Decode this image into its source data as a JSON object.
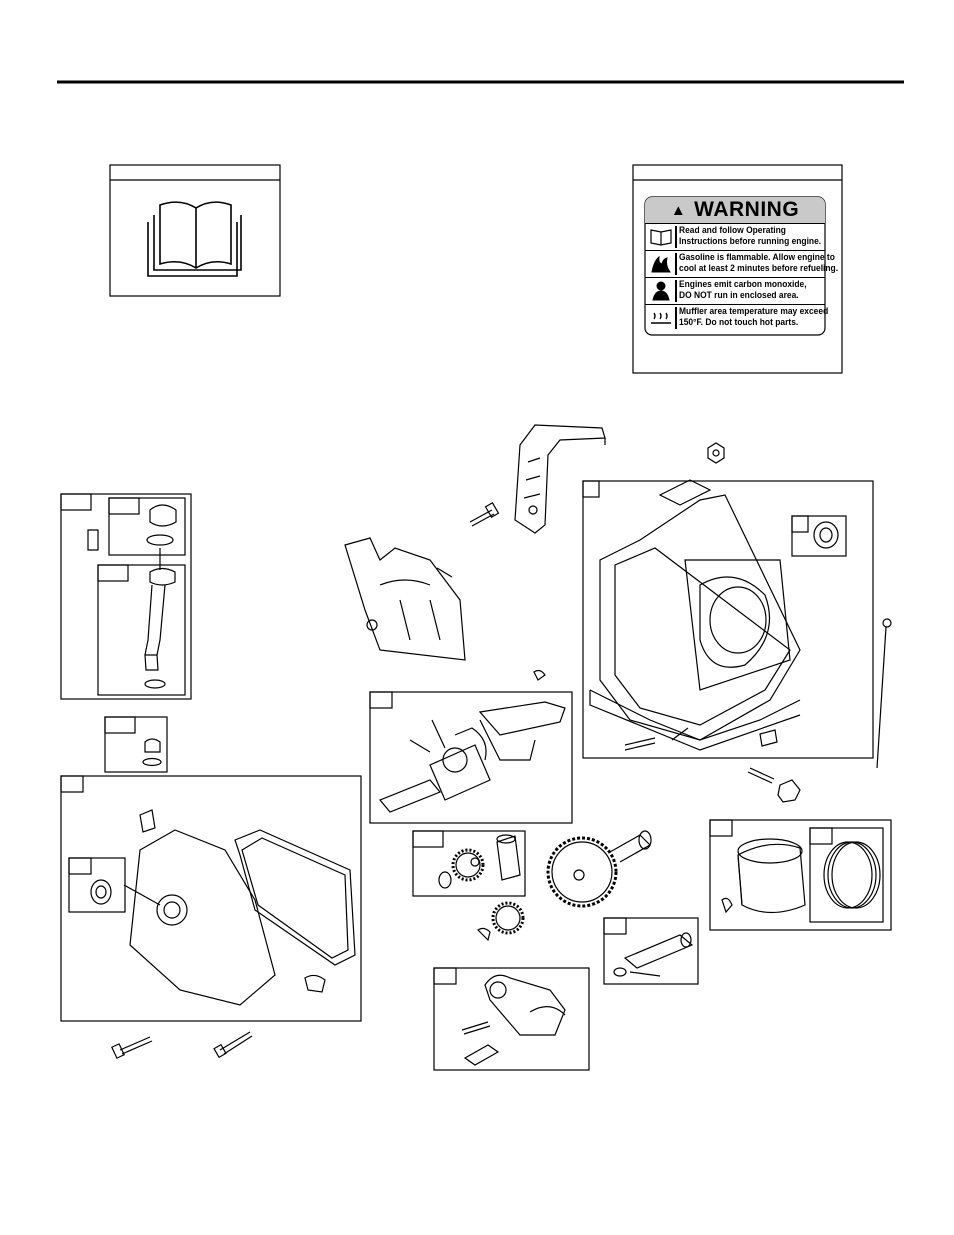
{
  "warning_label": {
    "title": "WARNING",
    "rows": [
      {
        "icon": "book-icon",
        "line1": "Read and follow Operating",
        "line2": "Instructions before running engine."
      },
      {
        "icon": "flame-icon",
        "line1": "Gasoline is flammable. Allow engine to",
        "line2": "cool at least 2 minutes before refueling."
      },
      {
        "icon": "person-icon",
        "line1": "Engines emit carbon monoxide,",
        "line2": "DO NOT run in enclosed area."
      },
      {
        "icon": "hot-surface-icon",
        "line1": "Muffler area temperature may exceed",
        "line2": "150°F.  Do not touch hot parts."
      }
    ]
  }
}
